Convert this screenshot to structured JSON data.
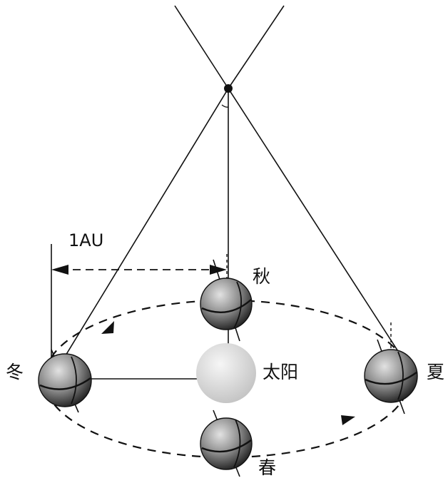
{
  "labels": {
    "distance": "1AU",
    "autumn": "秋",
    "winter": "冬",
    "sun": "太阳",
    "summer": "夏",
    "spring": "春"
  },
  "colors": {
    "line": "#111111",
    "planet_light": "#d8d8d8",
    "planet_dark": "#2a2a2a",
    "sun_light": "#f2f2f2",
    "sun_dark": "#c4c4c4"
  }
}
